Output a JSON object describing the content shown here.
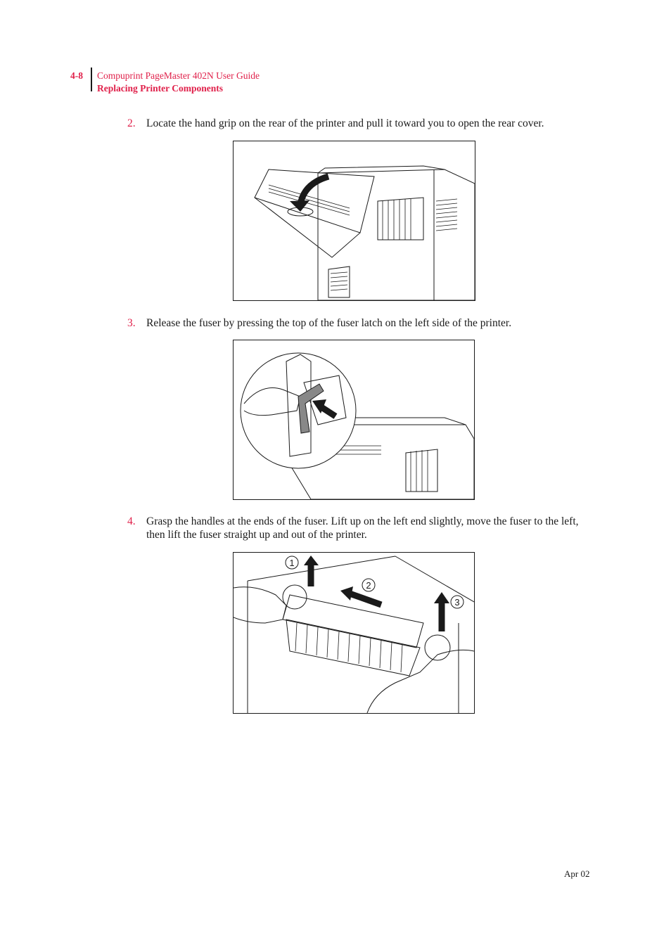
{
  "header": {
    "page_number": "4-8",
    "guide_title": "Compuprint PageMaster 402N User Guide",
    "section_title": "Replacing Printer Components"
  },
  "steps": [
    {
      "number": "2.",
      "text": "Locate the hand grip on the rear of the printer and pull it toward you to open the rear cover."
    },
    {
      "number": "3.",
      "text": "Release the fuser by pressing the top of the fuser latch on the left side of the printer."
    },
    {
      "number": "4.",
      "text": "Grasp the handles at the ends of the fuser. Lift up on the left end slightly, move the fuser to the left, then lift the fuser straight up and out of the printer."
    }
  ],
  "figure3": {
    "callouts": [
      "1",
      "2",
      "3"
    ]
  },
  "footer": {
    "date": "Apr 02"
  },
  "colors": {
    "accent": "#e0204a",
    "text": "#1a1a1a"
  }
}
